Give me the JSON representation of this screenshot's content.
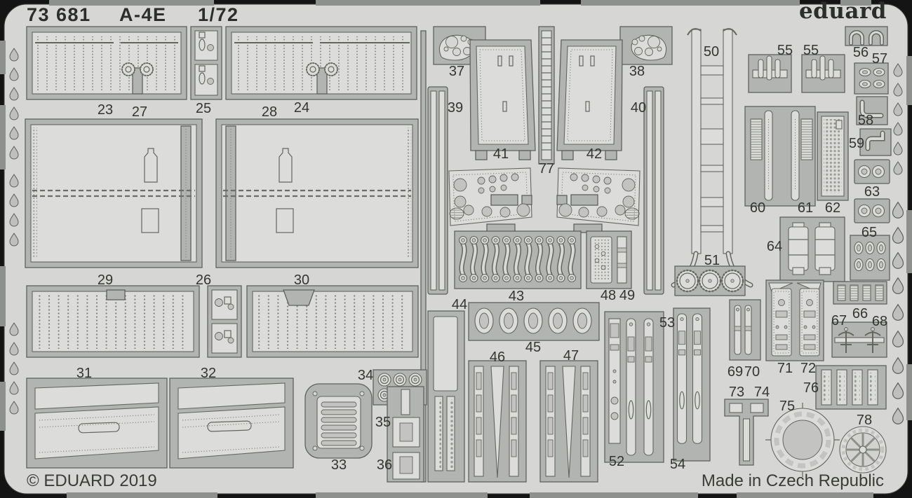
{
  "header": {
    "catalog_no": "73 681",
    "model": "A-4E",
    "scale": "1/72"
  },
  "brand": {
    "logo_text": "eduard"
  },
  "footer": {
    "copyright": "© EDUARD 2019",
    "origin": "Made in Czech Republic"
  },
  "colors": {
    "background": "#141414",
    "sheet": "#d6d7d4",
    "carrier_frame": "#b2b4b1",
    "etched_plate": "#dcddda",
    "outline": "#5f615e",
    "text": "#2c2e2c"
  },
  "parts": {
    "n23": "23",
    "n24": "24",
    "n25": "25",
    "n26": "26",
    "n27": "27",
    "n28": "28",
    "n29": "29",
    "n30": "30",
    "n31": "31",
    "n32": "32",
    "n33": "33",
    "n34": "34",
    "n35": "35",
    "n36": "36",
    "n37": "37",
    "n38": "38",
    "n39": "39",
    "n40": "40",
    "n41": "41",
    "n42": "42",
    "n43": "43",
    "n44": "44",
    "n45": "45",
    "n46": "46",
    "n47": "47",
    "n48": "48",
    "n49": "49",
    "n50": "50",
    "n51": "51",
    "n52": "52",
    "n53": "53",
    "n54": "54",
    "n55a": "55",
    "n55b": "55",
    "n56": "56",
    "n57": "57",
    "n58": "58",
    "n59": "59",
    "n60": "60",
    "n61": "61",
    "n62": "62",
    "n63": "63",
    "n64": "64",
    "n65": "65",
    "n66": "66",
    "n67": "67",
    "n68": "68",
    "n69": "69",
    "n70": "70",
    "n71": "71",
    "n72": "72",
    "n73": "73",
    "n74": "74",
    "n75": "75",
    "n76": "76",
    "n77": "77",
    "n78": "78"
  }
}
